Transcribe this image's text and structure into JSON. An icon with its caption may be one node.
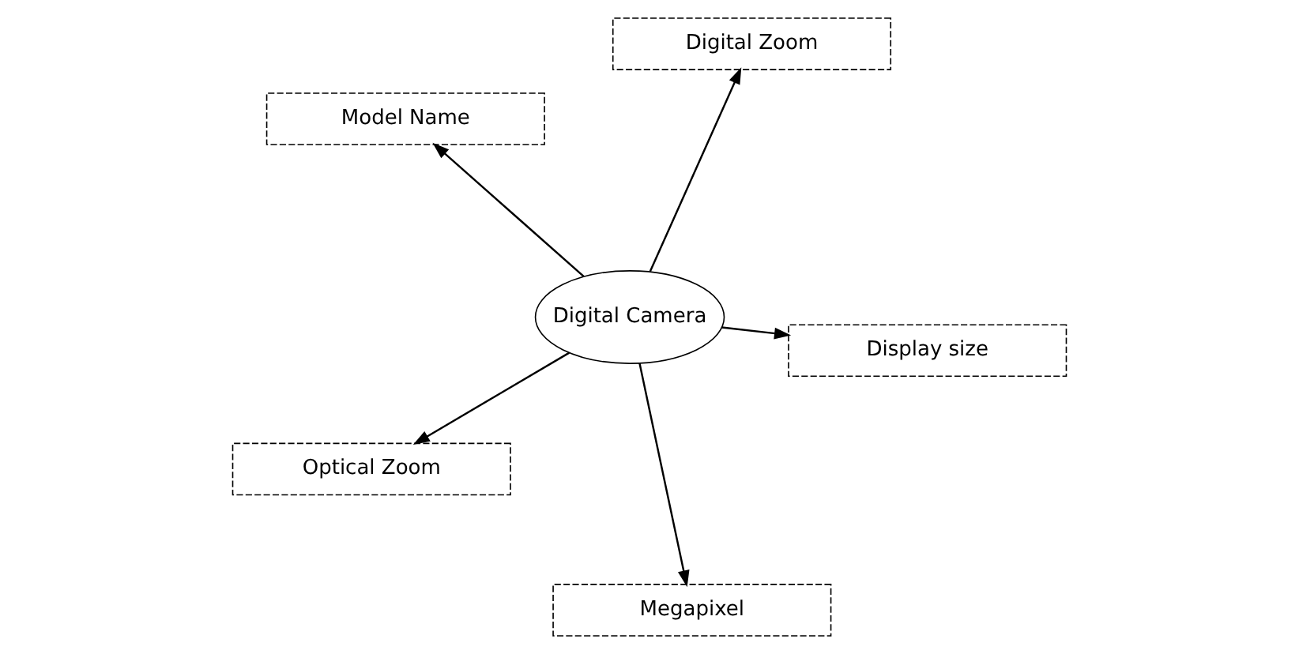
{
  "diagram": {
    "nodes": [
      {
        "text": [
          "Model Name"
        ]
      },
      {
        "text": [
          "Display size"
        ]
      },
      {
        "text": [
          "Megapixel"
        ]
      },
      {
        "text": [
          "Digital Camera"
        ]
      },
      {
        "text": [
          "Digital Zoom"
        ]
      },
      {
        "text": [
          "Optical Zoom"
        ]
      }
    ],
    "edges": [
      {
        "from": 3,
        "to": 0,
        "arrow": "to"
      },
      {
        "from": 3,
        "to": 1,
        "arrow": "to"
      },
      {
        "from": 3,
        "to": 2,
        "arrow": "to"
      },
      {
        "from": 3,
        "to": 4,
        "arrow": "to"
      },
      {
        "from": 3,
        "to": 5,
        "arrow": "to"
      }
    ]
  }
}
